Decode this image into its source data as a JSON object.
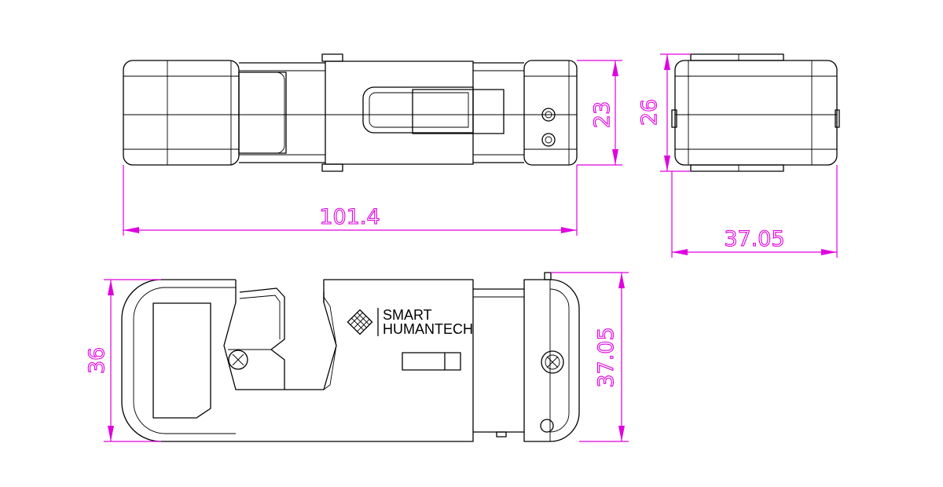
{
  "dimensions": {
    "top_length": "101.4",
    "top_height": "23",
    "side_height": "26",
    "side_width": "37.05",
    "front_height": "36",
    "front_right_height": "37.05"
  },
  "brand": {
    "line1": "SMART",
    "line2": "HUMANTECH"
  },
  "colors": {
    "line": "#000000",
    "dimension": "#e000e0",
    "background": "#ffffff"
  }
}
